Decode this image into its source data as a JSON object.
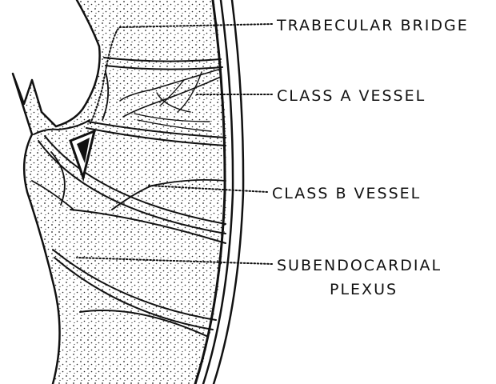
{
  "labels": {
    "trabecular_bridge": "TRABECULAR BRIDGE",
    "class_a_vessel": "CLASS A VESSEL",
    "class_b_vessel": "CLASS B VESSEL",
    "subendocardial_line1": "SUBENDOCARDIAL",
    "subendocardial_line2": "PLEXUS"
  },
  "colors": {
    "ink": "#111111",
    "background": "#ffffff"
  }
}
